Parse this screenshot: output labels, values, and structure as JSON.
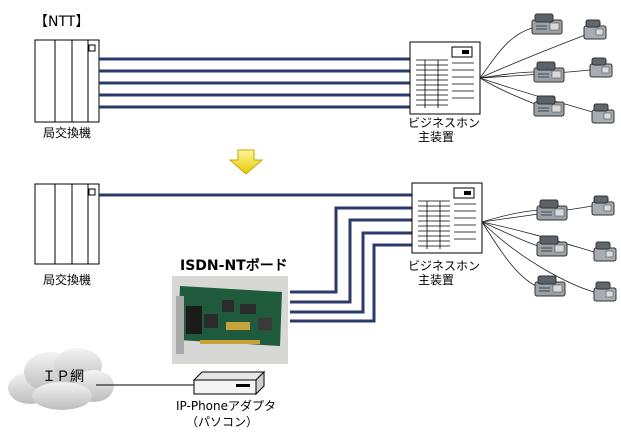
{
  "title_bracket": "【NTT】",
  "exchange_label": "局交換機",
  "exchange_label_2": "局交換機",
  "phone_system_label_line1": "ビジネスホン",
  "phone_system_label_line2": "主装置",
  "phone_system_label2_line1": "ビジネスホン",
  "phone_system_label2_line2": "主装置",
  "isdn_board_label": "ISDN-NTボード",
  "ip_network_label": "ＩＰ網",
  "adapter_label_line1": "IP-Phoneアダプタ",
  "adapter_label_line2": "（パソコン）",
  "colors": {
    "line": "#2b3a6b",
    "arrow": "#f7e300",
    "device_stroke": "#000000"
  }
}
